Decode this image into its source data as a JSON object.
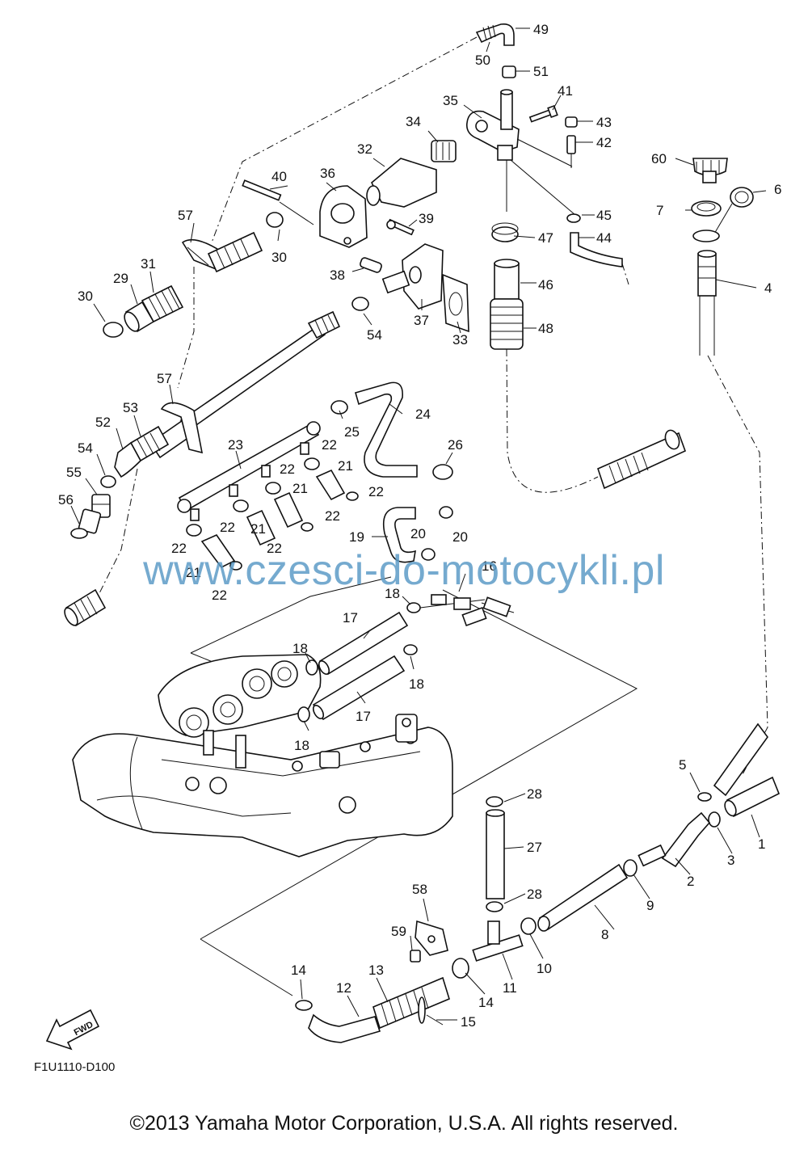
{
  "watermark": "www.czesci-do-motocykli.pl",
  "diagram_code": "F1U1110-D100",
  "copyright": "©2013 Yamaha Motor Corporation, U.S.A. All rights reserved.",
  "fwd_label": "FWD",
  "callouts": {
    "p1": "1",
    "p2": "2",
    "p3": "3",
    "p4": "4",
    "p5": "5",
    "p6": "6",
    "p7": "7",
    "p8": "8",
    "p9": "9",
    "p10": "10",
    "p11": "11",
    "p12": "12",
    "p13": "13",
    "p14a": "14",
    "p14b": "14",
    "p15": "15",
    "p16": "16",
    "p17a": "17",
    "p17b": "17",
    "p18a": "18",
    "p18b": "18",
    "p18c": "18",
    "p18d": "18",
    "p19": "19",
    "p20a": "20",
    "p20b": "20",
    "p21a": "21",
    "p21b": "21",
    "p21c": "21",
    "p21d": "21",
    "p22a": "22",
    "p22b": "22",
    "p22c": "22",
    "p22d": "22",
    "p22e": "22",
    "p22f": "22",
    "p22g": "22",
    "p23": "23",
    "p24": "24",
    "p25": "25",
    "p26": "26",
    "p27": "27",
    "p28a": "28",
    "p28b": "28",
    "p29": "29",
    "p30a": "30",
    "p30b": "30",
    "p31": "31",
    "p32": "32",
    "p33": "33",
    "p34": "34",
    "p35": "35",
    "p36": "36",
    "p37": "37",
    "p38": "38",
    "p39": "39",
    "p40": "40",
    "p41": "41",
    "p42": "42",
    "p43": "43",
    "p44": "44",
    "p45": "45",
    "p46": "46",
    "p47": "47",
    "p48": "48",
    "p49": "49",
    "p50": "50",
    "p51": "51",
    "p52": "52",
    "p53": "53",
    "p54a": "54",
    "p54b": "54",
    "p55": "55",
    "p56": "56",
    "p57a": "57",
    "p57b": "57",
    "p58": "58",
    "p59": "59",
    "p60": "60"
  },
  "icons": {
    "fwd_arrow": "fwd-arrow-icon"
  }
}
